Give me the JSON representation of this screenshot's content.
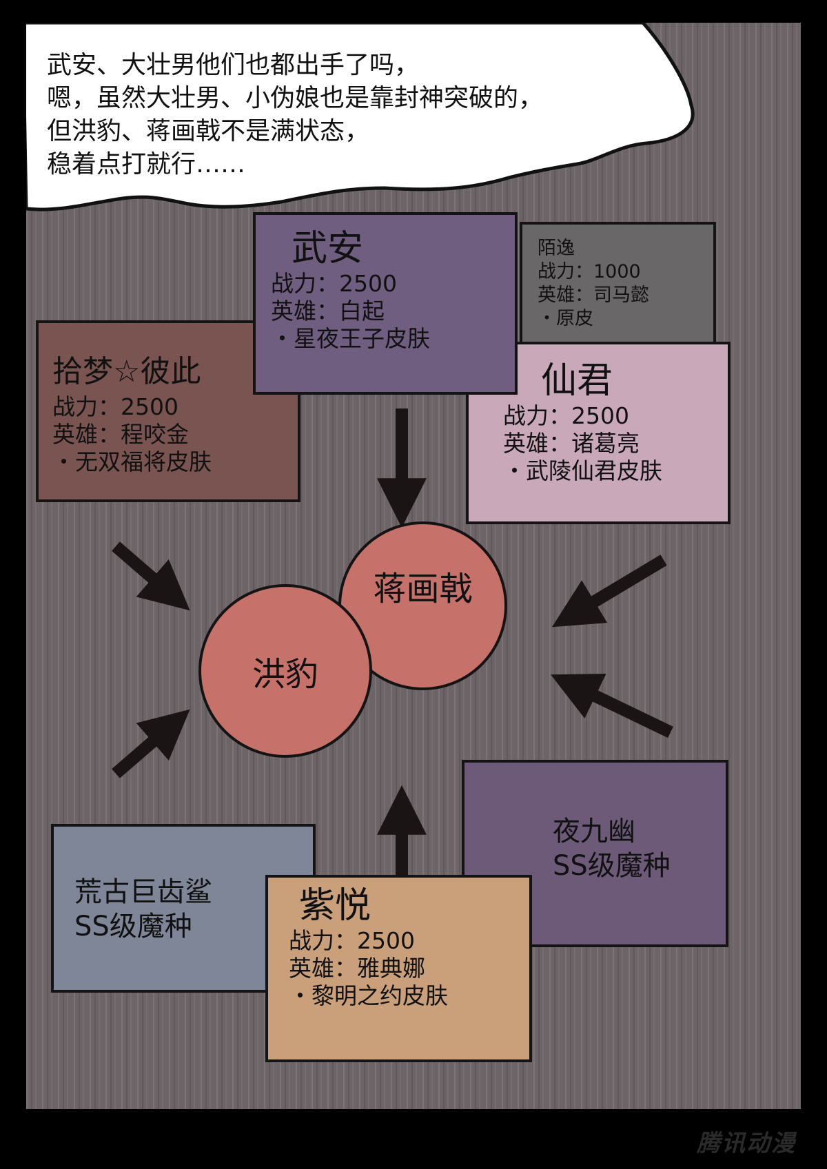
{
  "speech": [
    "武安、大壮男他们也都出手了吗，",
    "嗯，虽然大壮男、小伪娘也是靠封神突破的，",
    "但洪豹、蒋画戟不是满状态，",
    "稳着点打就行……"
  ],
  "boxes": {
    "wuan": {
      "name": "武安",
      "power": "战力：2500",
      "hero": "英雄：白起",
      "skin": "・星夜王子皮肤",
      "color": "#6f5e80"
    },
    "moyi": {
      "name": "陌逸",
      "power": "战力：1000",
      "hero": "英雄：司马懿",
      "skin": "・原皮",
      "color": "#6a6768"
    },
    "shimeng": {
      "name": "拾梦☆彼此",
      "power": "战力：2500",
      "hero": "英雄：程咬金",
      "skin": "・无双福将皮肤",
      "color": "#7a5450"
    },
    "xianjun": {
      "name": "仙君",
      "power": "战力：2500",
      "hero": "英雄：诸葛亮",
      "skin": "・武陵仙君皮肤",
      "color": "#c9a9b9"
    },
    "yejiuyou": {
      "name": "夜九幽",
      "rank": "SS级魔种",
      "color": "#6c5a78"
    },
    "huanggu": {
      "name": "荒古巨齿鲨",
      "rank": "SS级魔种",
      "color": "#7e8697"
    },
    "ziyue": {
      "name": "紫悦",
      "power": "战力：2500",
      "hero": "英雄：雅典娜",
      "skin": "・黎明之约皮肤",
      "color": "#c9a07a"
    }
  },
  "targets": {
    "jiang": "蒋画戟",
    "hong": "洪豹"
  },
  "watermark": "腾讯动漫"
}
